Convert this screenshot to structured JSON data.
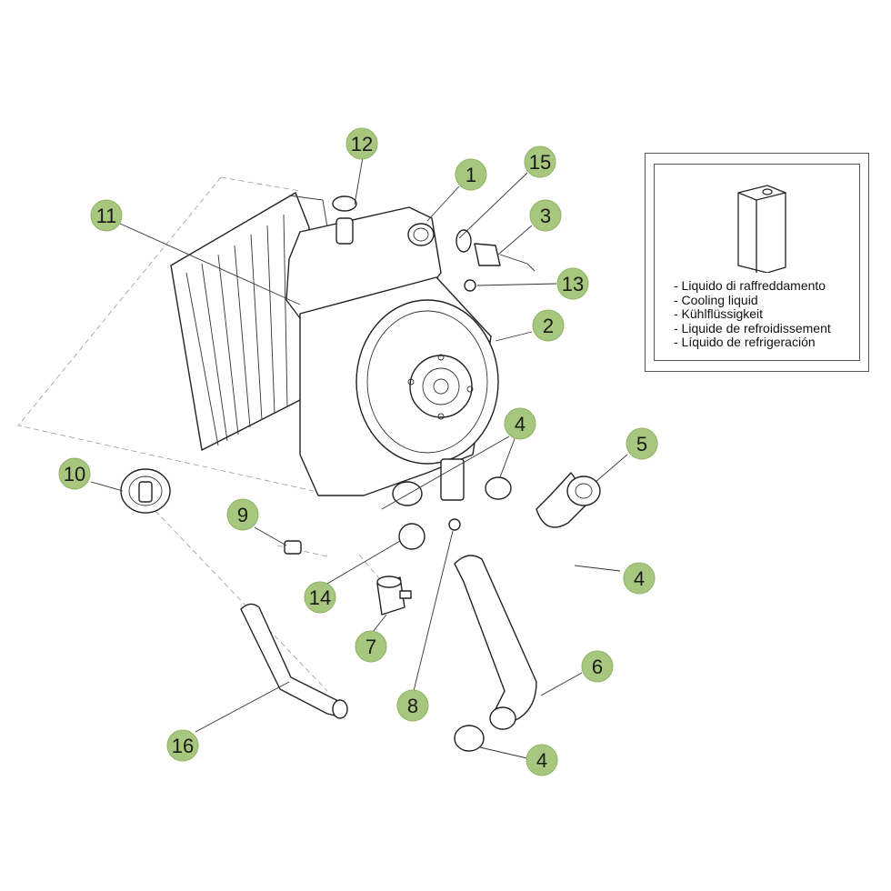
{
  "callouts": [
    {
      "id": "c12",
      "label": "12"
    },
    {
      "id": "c1",
      "label": "1"
    },
    {
      "id": "c15",
      "label": "15"
    },
    {
      "id": "c11",
      "label": "11"
    },
    {
      "id": "c3",
      "label": "3"
    },
    {
      "id": "c13",
      "label": "13"
    },
    {
      "id": "c2",
      "label": "2"
    },
    {
      "id": "c4a",
      "label": "4"
    },
    {
      "id": "c5",
      "label": "5"
    },
    {
      "id": "c10",
      "label": "10"
    },
    {
      "id": "c9",
      "label": "9"
    },
    {
      "id": "c4b",
      "label": "4"
    },
    {
      "id": "c14",
      "label": "14"
    },
    {
      "id": "c7",
      "label": "7"
    },
    {
      "id": "c6",
      "label": "6"
    },
    {
      "id": "c8",
      "label": "8"
    },
    {
      "id": "c16",
      "label": "16"
    },
    {
      "id": "c4c",
      "label": "4"
    }
  ],
  "legend": {
    "items": [
      "- Liquido di raffreddamento",
      "- Cooling liquid",
      "- Kühlflüssigkeit",
      "- Liquide de refroidissement",
      "- Líquido de refrigeración"
    ]
  },
  "colors": {
    "callout_fill": "#a7c77e",
    "line": "#222222"
  }
}
